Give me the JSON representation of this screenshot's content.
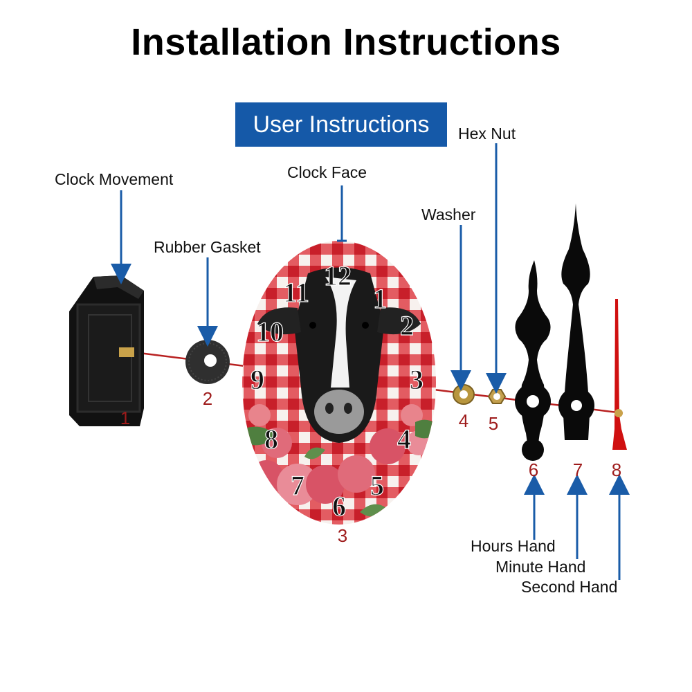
{
  "title": "Installation Instructions",
  "subtitle": "User Instructions",
  "colors": {
    "subtitle_bg": "#1559a8",
    "arrow": "#1a5ca8",
    "number_text": "#9e1b1b",
    "shaft_line": "#b82020",
    "gingham_red": "#d8262f",
    "second_hand": "#d01010"
  },
  "parts": [
    {
      "id": 1,
      "number": "1",
      "label": "Clock Movement",
      "icon": "clock-movement-icon"
    },
    {
      "id": 2,
      "number": "2",
      "label": "Rubber Gasket",
      "icon": "rubber-gasket-icon"
    },
    {
      "id": 3,
      "number": "3",
      "label": "Clock Face",
      "icon": "clock-face-icon"
    },
    {
      "id": 4,
      "number": "4",
      "label": "Washer",
      "icon": "washer-icon"
    },
    {
      "id": 5,
      "number": "5",
      "label": "Hex Nut",
      "icon": "hex-nut-icon"
    },
    {
      "id": 6,
      "number": "6",
      "label": "Hours Hand",
      "icon": "hour-hand-icon"
    },
    {
      "id": 7,
      "number": "7",
      "label": "Minute Hand",
      "icon": "minute-hand-icon"
    },
    {
      "id": 8,
      "number": "8",
      "label": "Second Hand",
      "icon": "second-hand-icon"
    }
  ],
  "clock_numerals": [
    "12",
    "1",
    "2",
    "3",
    "4",
    "5",
    "6",
    "7",
    "8",
    "9",
    "10",
    "11"
  ]
}
